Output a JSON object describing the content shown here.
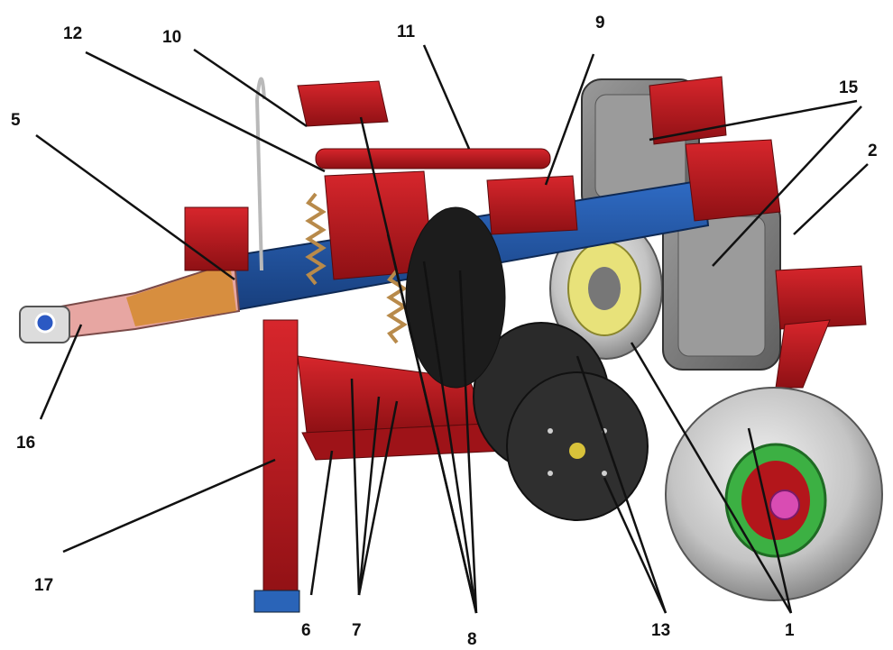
{
  "diagram": {
    "labels": {
      "l1": "1",
      "l2": "2",
      "l5": "5",
      "l6": "6",
      "l7": "7",
      "l8": "8",
      "l9": "9",
      "l10": "10",
      "l11": "11",
      "l12": "12",
      "l13": "13",
      "l15": "15",
      "l16": "16",
      "l17": "17"
    },
    "colors": {
      "frame_red": "#b3161b",
      "beam_blue": "#1f4f9a",
      "tire_gray": "#cfcfcf",
      "wheel_black": "#2a2a2a",
      "rim_green": "#3cb043",
      "rim_yellow": "#e8e27a",
      "hitch_pink": "#e7a6a2",
      "leader_line": "#111111"
    }
  }
}
